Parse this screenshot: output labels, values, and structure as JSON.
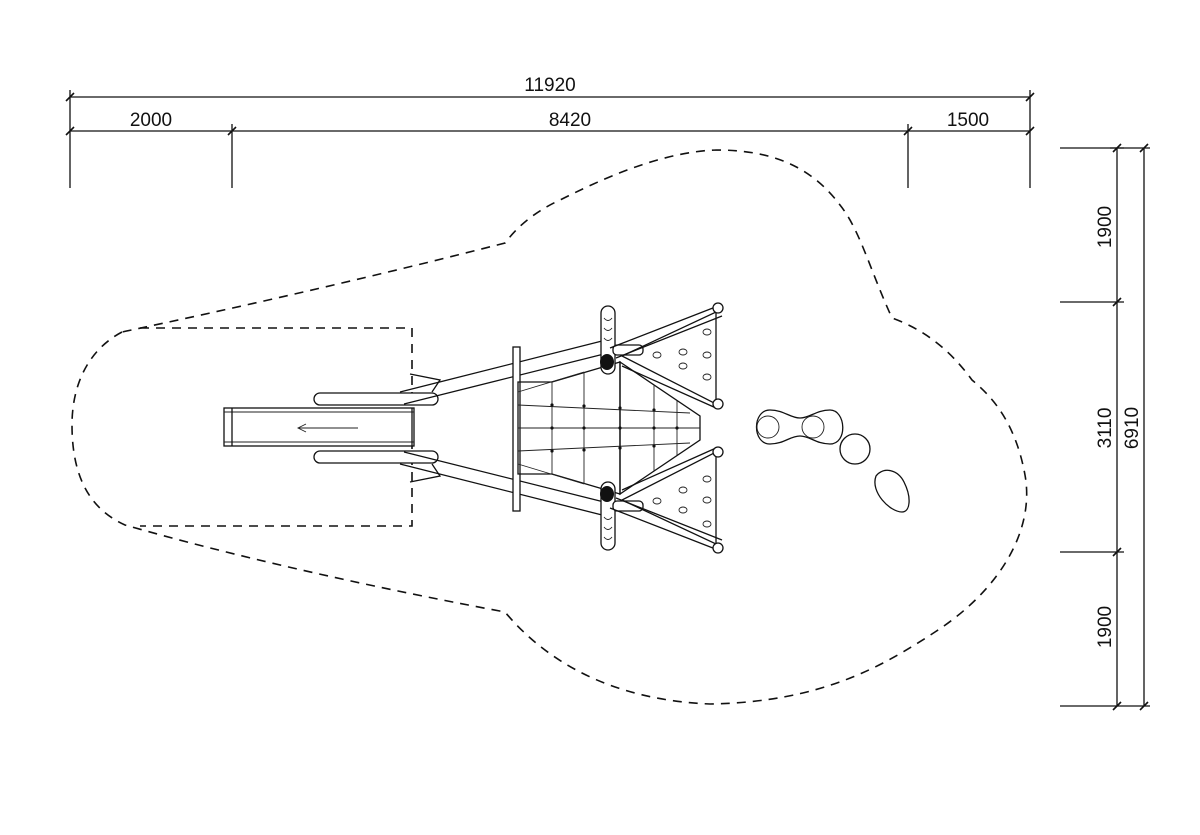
{
  "dimensions": {
    "overall_length": "11920",
    "left_segment": "2000",
    "middle_segment": "8420",
    "right_segment": "1500",
    "top_segment": "1900",
    "center_segment": "3110",
    "bottom_segment": "1900",
    "overall_width": "6910"
  },
  "colors": {
    "line": "#111111",
    "background": "#ffffff"
  }
}
